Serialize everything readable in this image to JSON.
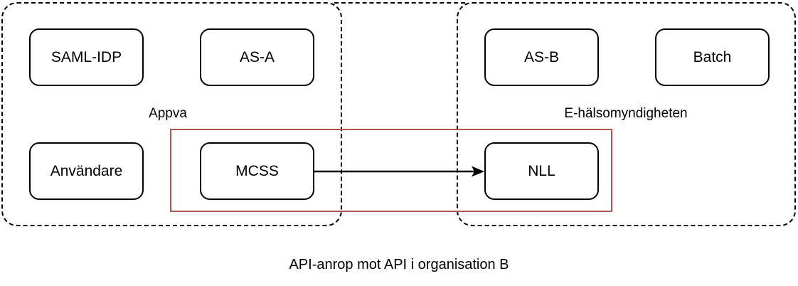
{
  "diagram": {
    "caption": "API-anrop mot API i organisation B",
    "colors": {
      "stroke": "#000000",
      "highlight": "#b25450",
      "background": "#ffffff"
    },
    "zones": [
      {
        "id": "appva",
        "label": "Appva"
      },
      {
        "id": "ehalsomyndigheten",
        "label": "E-hälsomyndigheten"
      }
    ],
    "nodes": [
      {
        "id": "saml-idp",
        "label": "SAML-IDP",
        "zone": "appva"
      },
      {
        "id": "as-a",
        "label": "AS-A",
        "zone": "appva"
      },
      {
        "id": "as-b",
        "label": "AS-B",
        "zone": "ehalsomyndigheten"
      },
      {
        "id": "batch",
        "label": "Batch",
        "zone": "ehalsomyndigheten"
      },
      {
        "id": "anvandare",
        "label": "Användare",
        "zone": "appva"
      },
      {
        "id": "mcss",
        "label": "MCSS",
        "zone": "appva"
      },
      {
        "id": "nll",
        "label": "NLL",
        "zone": "ehalsomyndigheten"
      }
    ],
    "edges": [
      {
        "id": "mcss-to-nll",
        "from": "MCSS",
        "to": "NLL",
        "style": "solid-arrow"
      }
    ],
    "highlight": {
      "id": "api-call-highlight",
      "encloses": [
        "MCSS",
        "NLL"
      ]
    }
  }
}
